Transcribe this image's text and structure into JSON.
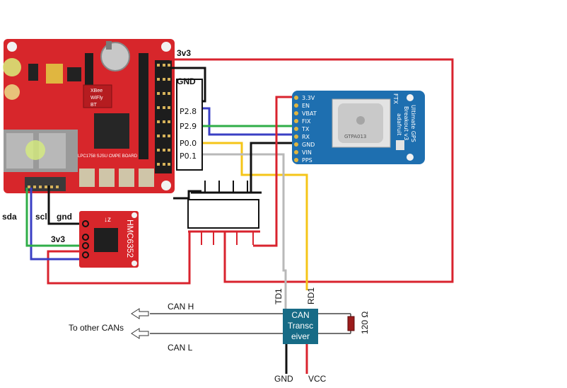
{
  "colors": {
    "board_red": "#d7262b",
    "wire_red": "#d9232e",
    "wire_blue": "#3a3fc4",
    "wire_green": "#2fae48",
    "wire_yellow": "#f5c518",
    "wire_gray": "#b9b9b9",
    "gps_blue": "#1e6fb0",
    "transceiver_teal": "#176b86"
  },
  "board": {
    "labels": {
      "xbee": "XBee",
      "wifly": "WiFly",
      "bt": "BT",
      "name": "LPC1758 SJSU CMPE BOARD"
    },
    "pins": {
      "p28": "P2.8",
      "p29": "P2.9",
      "p00": "P0.0",
      "p01": "P0.1"
    },
    "rail_3v3": "3v3",
    "rail_gnd": "GND",
    "bus_sda": "sda",
    "bus_scl": "scl"
  },
  "hmc": {
    "title": "HMC6352",
    "axis": "↓z",
    "pin_gnd": "gnd",
    "pin_3v3": "3v3"
  },
  "gps": {
    "pins": [
      "3.3V",
      "EN",
      "VBAT",
      "FIX",
      "TX",
      "RX",
      "GND",
      "VIN",
      "PPS"
    ],
    "title_lines": [
      "Ultimate GPS",
      "Breakout v3"
    ],
    "brand": "adafruit",
    "module": "GTPA013",
    "side": "FTX"
  },
  "can": {
    "transceiver_lines": [
      "CAN",
      "Transc",
      "eiver"
    ],
    "td": "TD1",
    "rd": "RD1",
    "can_h": "CAN H",
    "can_l": "CAN L",
    "to_other": "To other CANs",
    "resistor": "120 Ω",
    "gnd": "GND",
    "vcc": "VCC"
  }
}
